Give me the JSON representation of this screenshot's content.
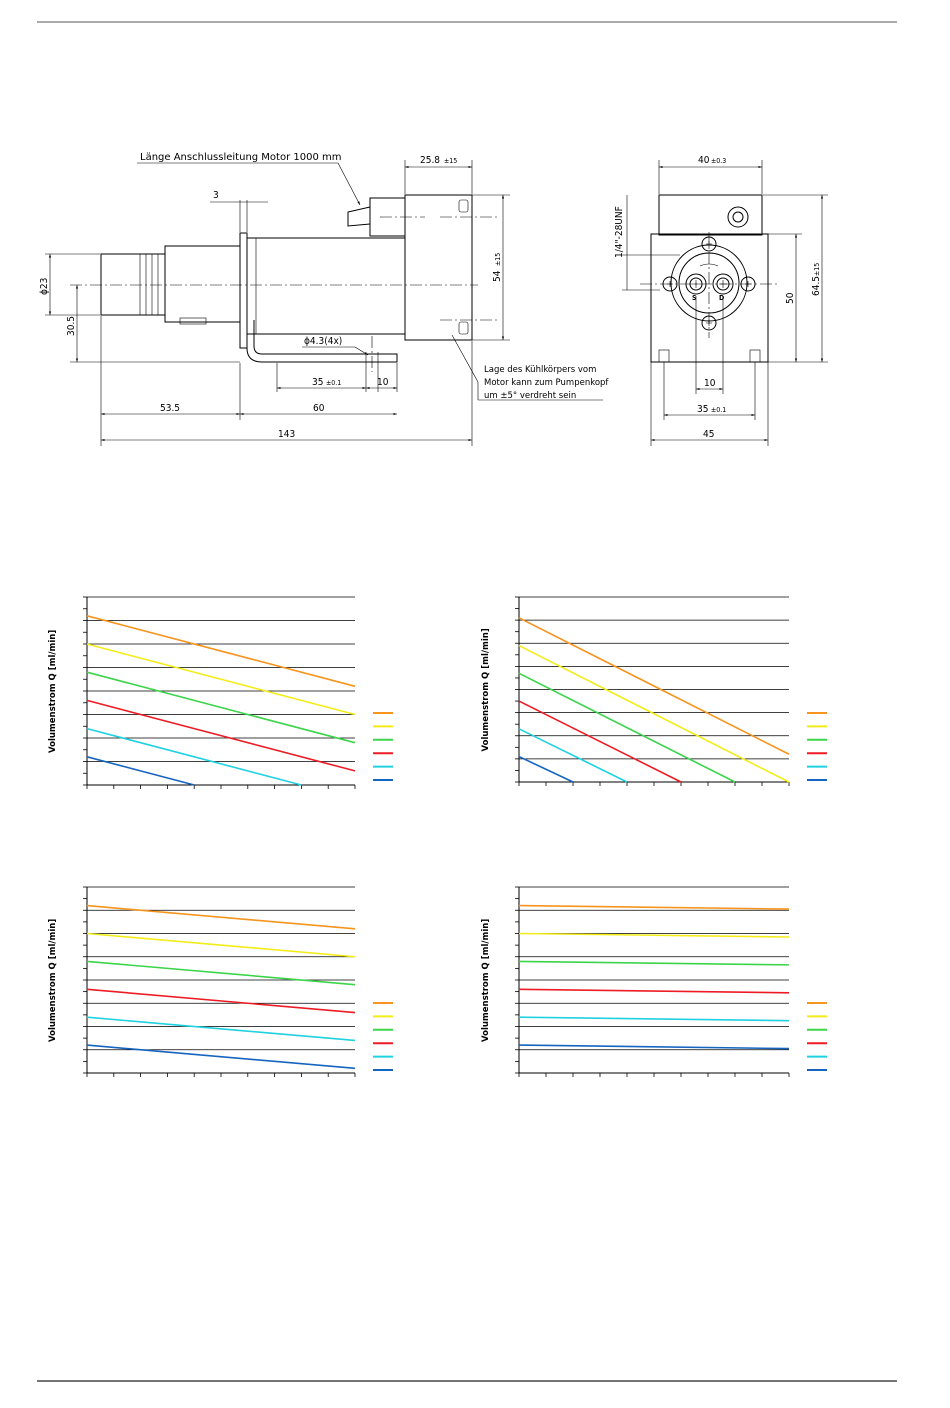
{
  "drawing": {
    "cable_note": "Länge Anschlussleitung Motor 1000 mm",
    "heatsink_note": [
      "Lage des Kühlkörpers vom",
      "Motor kann zum Pumpenkopf",
      "um ±5° verdreht sein"
    ],
    "dims_side": {
      "d3": "3",
      "d25_8": "25.8",
      "d25_8_tol": "±15",
      "d23": "ϕ23",
      "d30_5": "30.5",
      "d54": "54",
      "d54_tol": "±15",
      "hole": "ϕ4.3(4x)",
      "d35": "35",
      "d35_tol": "±0.1",
      "d10": "10",
      "d53_5": "53.5",
      "d60": "60",
      "d143": "143"
    },
    "dims_front": {
      "d40": "40",
      "d40_tol": "±0.3",
      "thread": "1/4\"-28UNF",
      "d64_5": "64.5",
      "d64_5_tol": "±15",
      "d50": "50",
      "d10": "10",
      "d35": "35",
      "d35_tol": "±0.1",
      "d45": "45",
      "port_s": "S",
      "port_d": "D"
    }
  },
  "chart_data": [
    {
      "type": "line",
      "ylabel": "Volumenstrom Q [ml/min]",
      "x_range": [
        0,
        10
      ],
      "y_range": [
        0,
        8
      ],
      "grid": true,
      "series": [
        {
          "color": "#f7941d",
          "x": [
            0,
            10
          ],
          "y": [
            7.2,
            4.2
          ]
        },
        {
          "color": "#f3ec19",
          "x": [
            0,
            10
          ],
          "y": [
            6.0,
            3.0
          ]
        },
        {
          "color": "#3cd54a",
          "x": [
            0,
            10
          ],
          "y": [
            4.8,
            1.8
          ]
        },
        {
          "color": "#ed1c24",
          "x": [
            0,
            10
          ],
          "y": [
            3.6,
            0.6
          ]
        },
        {
          "color": "#1fd1e1",
          "x": [
            0,
            8
          ],
          "y": [
            2.4,
            0.0
          ]
        },
        {
          "color": "#1565c0",
          "x": [
            0,
            4
          ],
          "y": [
            1.2,
            0.0
          ]
        }
      ]
    },
    {
      "type": "line",
      "ylabel": "Volumenstrom Q [ml/min]",
      "x_range": [
        0,
        10
      ],
      "y_range": [
        0,
        8
      ],
      "grid": true,
      "series": [
        {
          "color": "#f7941d",
          "x": [
            0,
            10
          ],
          "y": [
            7.1,
            1.2
          ]
        },
        {
          "color": "#f3ec19",
          "x": [
            0,
            10
          ],
          "y": [
            5.9,
            0.0
          ]
        },
        {
          "color": "#3cd54a",
          "x": [
            0,
            8
          ],
          "y": [
            4.7,
            0.0
          ]
        },
        {
          "color": "#ed1c24",
          "x": [
            0,
            6
          ],
          "y": [
            3.5,
            0.0
          ]
        },
        {
          "color": "#1fd1e1",
          "x": [
            0,
            4
          ],
          "y": [
            2.3,
            0.0
          ]
        },
        {
          "color": "#1565c0",
          "x": [
            0,
            2
          ],
          "y": [
            1.1,
            0.0
          ]
        }
      ]
    },
    {
      "type": "line",
      "ylabel": "Volumenstrom Q [ml/min]",
      "x_range": [
        0,
        10
      ],
      "y_range": [
        0,
        8
      ],
      "grid": true,
      "series": [
        {
          "color": "#f7941d",
          "x": [
            0,
            10
          ],
          "y": [
            7.2,
            6.2
          ]
        },
        {
          "color": "#f3ec19",
          "x": [
            0,
            10
          ],
          "y": [
            6.0,
            5.0
          ]
        },
        {
          "color": "#3cd54a",
          "x": [
            0,
            10
          ],
          "y": [
            4.8,
            3.8
          ]
        },
        {
          "color": "#ed1c24",
          "x": [
            0,
            10
          ],
          "y": [
            3.6,
            2.6
          ]
        },
        {
          "color": "#1fd1e1",
          "x": [
            0,
            10
          ],
          "y": [
            2.4,
            1.4
          ]
        },
        {
          "color": "#1565c0",
          "x": [
            0,
            10
          ],
          "y": [
            1.2,
            0.2
          ]
        }
      ]
    },
    {
      "type": "line",
      "ylabel": "Volumenstrom Q [ml/min]",
      "x_range": [
        0,
        10
      ],
      "y_range": [
        0,
        8
      ],
      "grid": true,
      "series": [
        {
          "color": "#f7941d",
          "x": [
            0,
            10
          ],
          "y": [
            7.2,
            7.05
          ]
        },
        {
          "color": "#f3ec19",
          "x": [
            0,
            10
          ],
          "y": [
            6.0,
            5.85
          ]
        },
        {
          "color": "#3cd54a",
          "x": [
            0,
            10
          ],
          "y": [
            4.8,
            4.65
          ]
        },
        {
          "color": "#ed1c24",
          "x": [
            0,
            10
          ],
          "y": [
            3.6,
            3.45
          ]
        },
        {
          "color": "#1fd1e1",
          "x": [
            0,
            10
          ],
          "y": [
            2.4,
            2.25
          ]
        },
        {
          "color": "#1565c0",
          "x": [
            0,
            10
          ],
          "y": [
            1.2,
            1.05
          ]
        }
      ]
    }
  ]
}
